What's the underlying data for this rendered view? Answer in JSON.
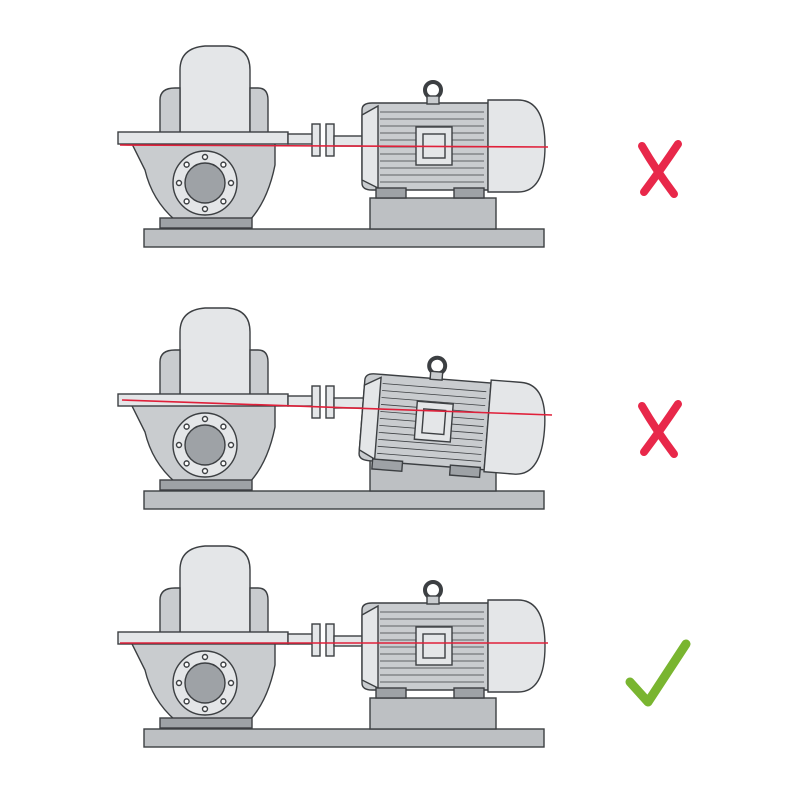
{
  "colors": {
    "background": "#ffffff",
    "metal_light": "#e4e6e8",
    "metal_mid": "#c9cccf",
    "metal_dark": "#9ea2a6",
    "outline": "#3c3f42",
    "base": "#bdc0c3",
    "axis_line": "#e0203a",
    "cross": "#e8284a",
    "check": "#79b530"
  },
  "panels": [
    {
      "id": "angular-misalignment",
      "status": "incorrect",
      "status_icon": "cross-icon"
    },
    {
      "id": "tilted-misalignment",
      "status": "incorrect",
      "status_icon": "cross-icon"
    },
    {
      "id": "aligned",
      "status": "correct",
      "status_icon": "check-icon"
    }
  ]
}
